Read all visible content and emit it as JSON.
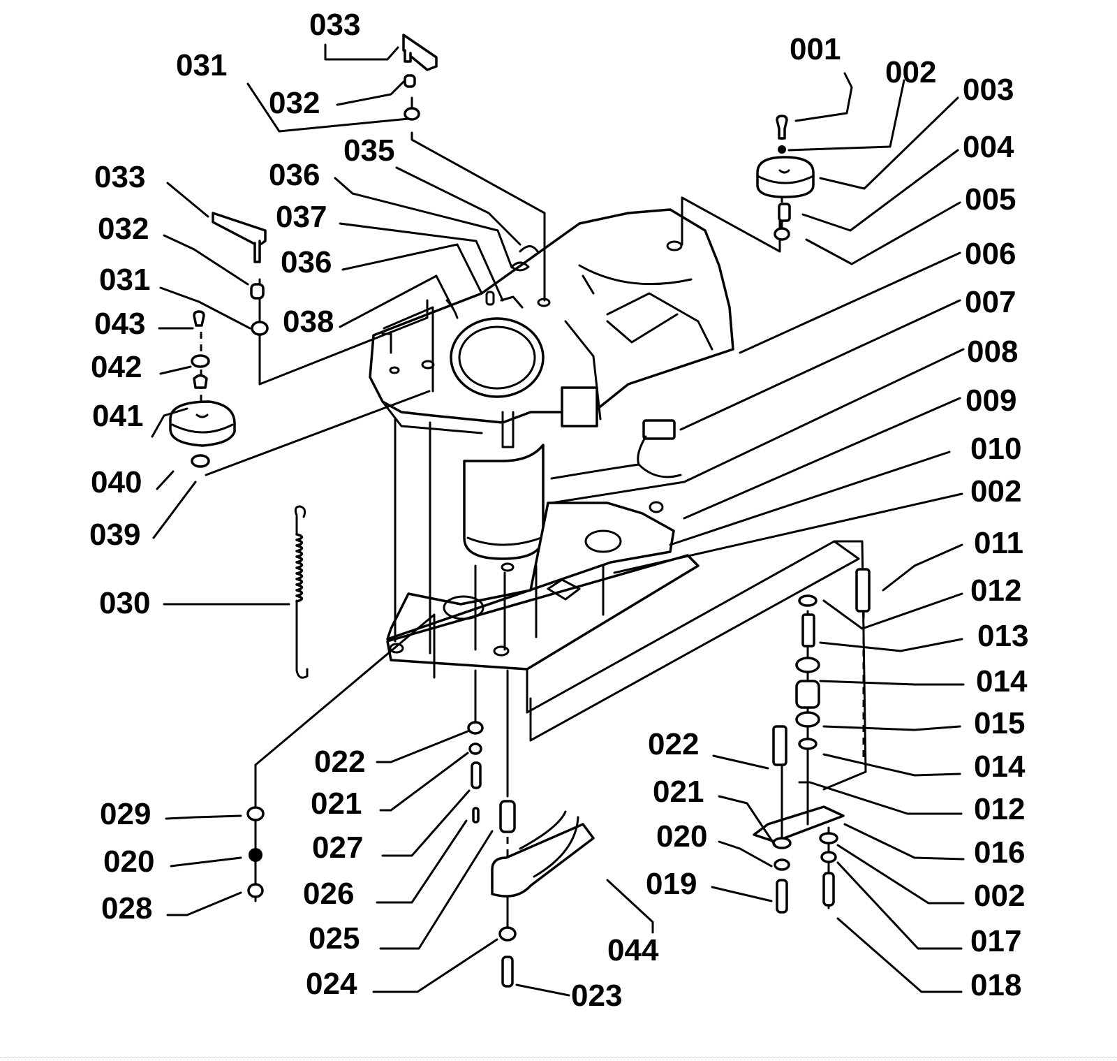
{
  "diagram": {
    "type": "exploded-parts-diagram",
    "subject": "Motor / housing assembly with base plate, feet and linkage",
    "callouts": [
      {
        "id": "c001",
        "label": "001"
      },
      {
        "id": "c002a",
        "label": "002"
      },
      {
        "id": "c003",
        "label": "003"
      },
      {
        "id": "c004",
        "label": "004"
      },
      {
        "id": "c005",
        "label": "005"
      },
      {
        "id": "c006",
        "label": "006"
      },
      {
        "id": "c007",
        "label": "007"
      },
      {
        "id": "c008",
        "label": "008"
      },
      {
        "id": "c009",
        "label": "009"
      },
      {
        "id": "c010",
        "label": "010"
      },
      {
        "id": "c002b",
        "label": "002"
      },
      {
        "id": "c011",
        "label": "011"
      },
      {
        "id": "c012a",
        "label": "012"
      },
      {
        "id": "c013",
        "label": "013"
      },
      {
        "id": "c014a",
        "label": "014"
      },
      {
        "id": "c015",
        "label": "015"
      },
      {
        "id": "c014b",
        "label": "014"
      },
      {
        "id": "c012b",
        "label": "012"
      },
      {
        "id": "c016",
        "label": "016"
      },
      {
        "id": "c002c",
        "label": "002"
      },
      {
        "id": "c017",
        "label": "017"
      },
      {
        "id": "c018",
        "label": "018"
      },
      {
        "id": "c022b",
        "label": "022"
      },
      {
        "id": "c021b",
        "label": "021"
      },
      {
        "id": "c020b",
        "label": "020"
      },
      {
        "id": "c019",
        "label": "019"
      },
      {
        "id": "c044",
        "label": "044"
      },
      {
        "id": "c023",
        "label": "023"
      },
      {
        "id": "c024",
        "label": "024"
      },
      {
        "id": "c025",
        "label": "025"
      },
      {
        "id": "c026",
        "label": "026"
      },
      {
        "id": "c027",
        "label": "027"
      },
      {
        "id": "c021a",
        "label": "021"
      },
      {
        "id": "c022a",
        "label": "022"
      },
      {
        "id": "c029",
        "label": "029"
      },
      {
        "id": "c020a",
        "label": "020"
      },
      {
        "id": "c028",
        "label": "028"
      },
      {
        "id": "c030",
        "label": "030"
      },
      {
        "id": "c039",
        "label": "039"
      },
      {
        "id": "c040",
        "label": "040"
      },
      {
        "id": "c041",
        "label": "041"
      },
      {
        "id": "c042",
        "label": "042"
      },
      {
        "id": "c043",
        "label": "043"
      },
      {
        "id": "c031b",
        "label": "031"
      },
      {
        "id": "c032b",
        "label": "032"
      },
      {
        "id": "c033b",
        "label": "033"
      },
      {
        "id": "c038",
        "label": "038"
      },
      {
        "id": "c036b",
        "label": "036"
      },
      {
        "id": "c037",
        "label": "037"
      },
      {
        "id": "c036a",
        "label": "036"
      },
      {
        "id": "c035",
        "label": "035"
      },
      {
        "id": "c031a",
        "label": "031"
      },
      {
        "id": "c032a",
        "label": "032"
      },
      {
        "id": "c033a",
        "label": "033"
      }
    ]
  }
}
